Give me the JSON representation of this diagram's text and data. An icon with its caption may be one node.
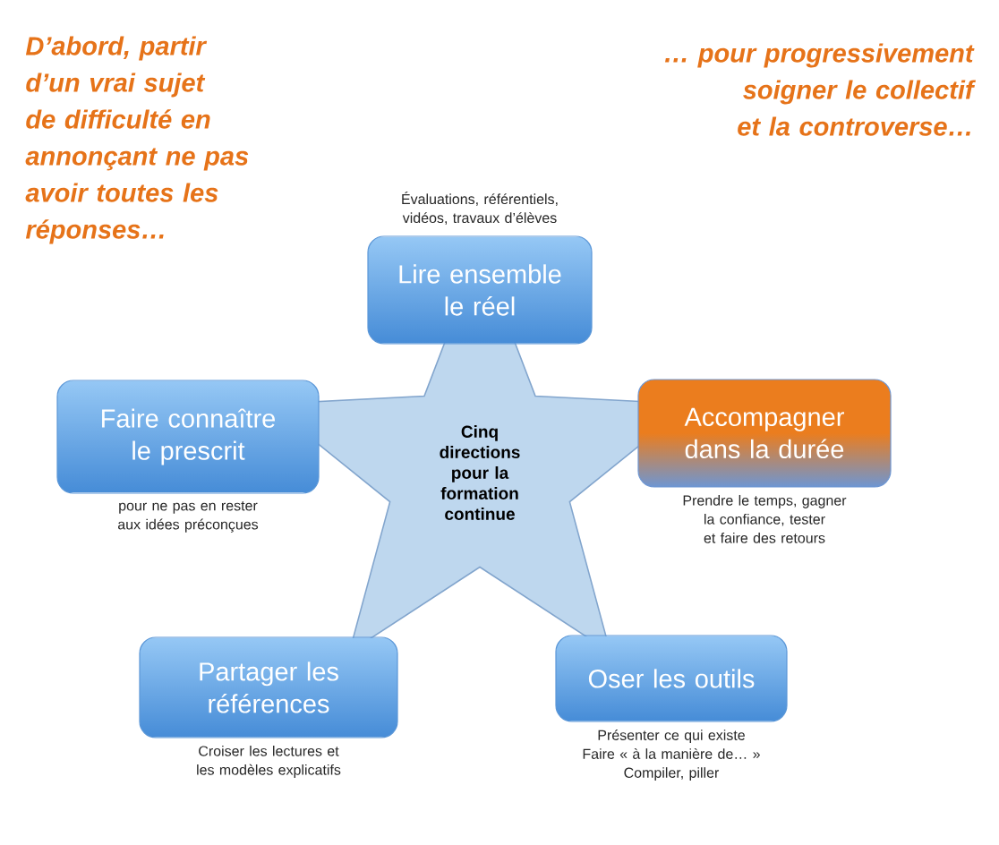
{
  "diagram": {
    "nodes": [
      {
        "text": [
          "Lire ensemble le réel"
        ],
        "beside": [
          "Évaluations, référentiels, vidéos, travaux d’élèves"
        ]
      },
      {
        "text": [
          "Faire connaître le prescrit"
        ],
        "beside": [
          "pour ne pas en rester aux idées préconçues"
        ]
      },
      {
        "text": [
          "Accompagner dans la durée"
        ],
        "beside": [
          "Prendre le temps, gagner la confiance, tester et faire des retours"
        ]
      },
      {
        "text": [
          "Cinq directions pour la formation continue"
        ]
      },
      {
        "text": [
          "Partager les références"
        ],
        "beside": [
          "Croiser les lectures et les modèles explicatifs"
        ]
      },
      {
        "text": [
          "Oser les outils"
        ],
        "beside": [
          "Présenter ce qui existe",
          "Faire « à la manière de… »",
          "Compiler, piller"
        ]
      }
    ],
    "labels": [
      "D’abord, partir d’un vrai sujet de difficulté en annonçant ne pas avoir toutes les réponses…",
      "… pour progressivement soigner le collectif et la controverse…"
    ]
  }
}
